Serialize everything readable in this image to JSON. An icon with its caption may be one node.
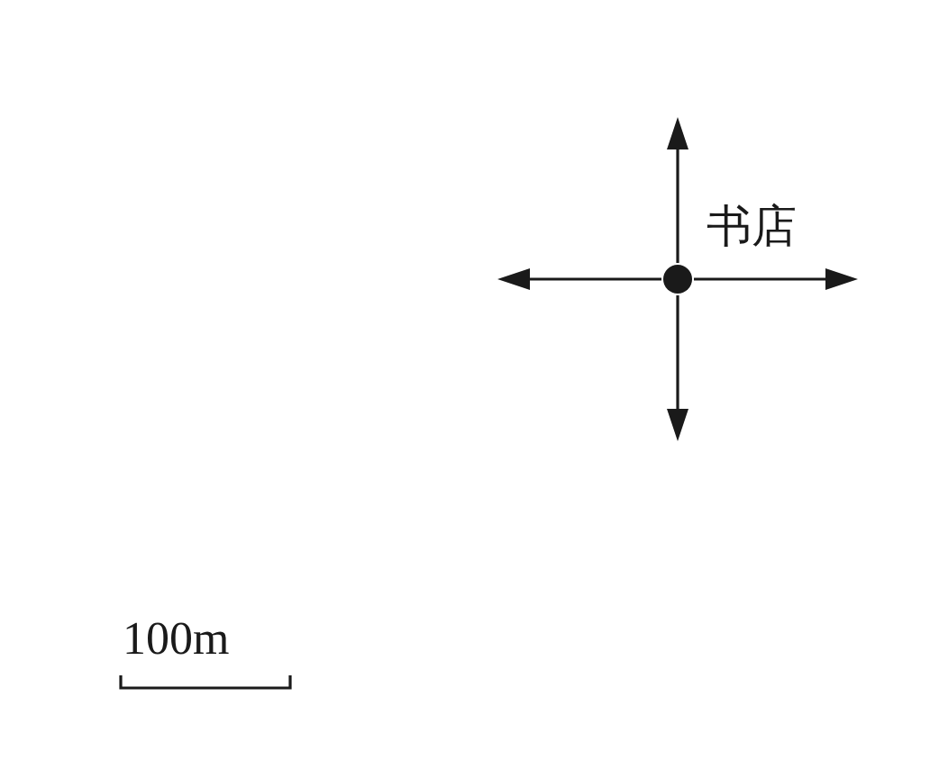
{
  "diagram": {
    "nodes": [
      {
        "text": [],
        "shape": "circle",
        "beside": [
          "书店"
        ]
      }
    ],
    "labels": [
      "100m"
    ]
  }
}
